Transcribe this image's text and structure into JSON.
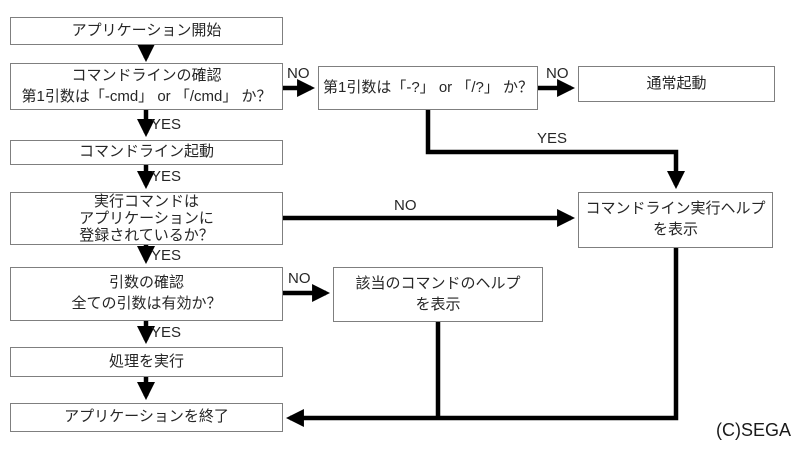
{
  "flowchart": {
    "nodes": {
      "start": {
        "lines": [
          "アプリケーション開始"
        ]
      },
      "cmdline_check": {
        "lines": [
          "コマンドラインの確認",
          "第1引数は「-cmd」 or 「/cmd」 か？"
        ]
      },
      "first_arg_help_check": {
        "lines": [
          "第1引数は「-?」 or 「/?」 か？"
        ]
      },
      "normal_start": {
        "lines": [
          "通常起動"
        ]
      },
      "cmdline_start": {
        "lines": [
          "コマンドライン起動"
        ]
      },
      "exec_cmd_registered": {
        "lines": [
          "実行コマンドは",
          "アプリケーションに",
          "登録されているか？"
        ]
      },
      "cmdline_exec_help": {
        "lines": [
          "コマンドライン実行ヘルプ",
          "を表示"
        ]
      },
      "arg_validation": {
        "lines": [
          "引数の確認",
          "全ての引数は有効か？"
        ]
      },
      "command_help": {
        "lines": [
          "該当のコマンドのヘルプ",
          "を表示"
        ]
      },
      "exec_process": {
        "lines": [
          "処理を実行"
        ]
      },
      "app_exit": {
        "lines": [
          "アプリケーションを終了"
        ]
      }
    },
    "labels": {
      "yes": "YES",
      "no": "NO"
    },
    "copyright": "(C)SEGA",
    "colors": {
      "box_border": "#7f7f7f",
      "arrow": "#000000",
      "text": "#262626",
      "background": "#ffffff"
    }
  }
}
